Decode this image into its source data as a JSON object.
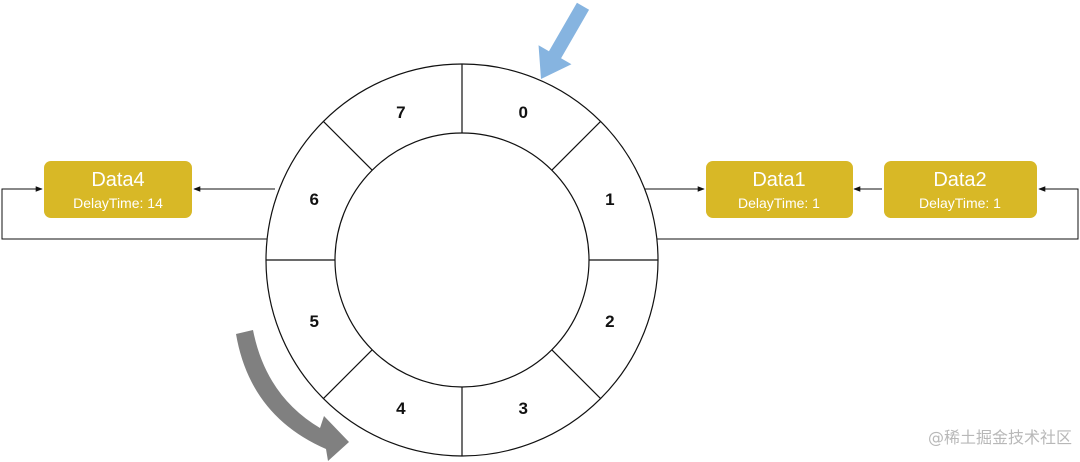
{
  "wheel": {
    "slots": [
      "0",
      "1",
      "2",
      "3",
      "4",
      "5",
      "6",
      "7"
    ]
  },
  "tasks": [
    {
      "title": "Data4",
      "subtitle": "DelayTime: 14"
    },
    {
      "title": "Data1",
      "subtitle": "DelayTime: 1"
    },
    {
      "title": "Data2",
      "subtitle": "DelayTime: 1"
    }
  ],
  "colors": {
    "task_fill": "#d8b826",
    "pointer_arrow": "#86b4e0",
    "rotation_arrow": "#808080",
    "line": "#111111"
  },
  "watermark": "@稀土掘金技术社区"
}
